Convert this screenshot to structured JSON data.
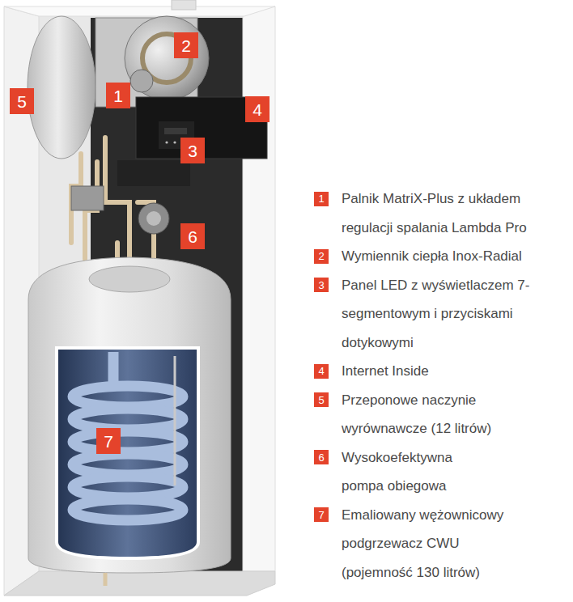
{
  "diagram": {
    "nodes": [
      {
        "text": [
          "1"
        ]
      },
      {
        "text": [
          "2"
        ]
      },
      {
        "text": [
          "3"
        ]
      },
      {
        "text": [
          "4"
        ]
      },
      {
        "text": [
          "5"
        ]
      },
      {
        "text": [
          "6"
        ]
      },
      {
        "text": [
          "7"
        ]
      },
      {
        "text": [
          "1"
        ]
      },
      {
        "text": [
          "2"
        ]
      },
      {
        "text": [
          "3"
        ]
      },
      {
        "text": [
          "4"
        ]
      },
      {
        "text": [
          "5"
        ]
      },
      {
        "text": [
          "6"
        ]
      },
      {
        "text": [
          "7"
        ]
      }
    ],
    "labels": [
      "Palnik MatriX-Plus z układem regulacji spalania Lambda Pro",
      "Wymiennik ciepła Inox-Radial",
      "Panel LED z wyświetlaczem 7-segmentowym i przyciskami dotykowymi",
      "Internet Inside",
      "Przeponowe naczynie wyrównawcze (12 litrów)",
      "Wysokoefektywna pompa obiegowa",
      "Emaliowany wężownicowy podgrzewacz CWU (pojemność 130 litrów)"
    ]
  }
}
